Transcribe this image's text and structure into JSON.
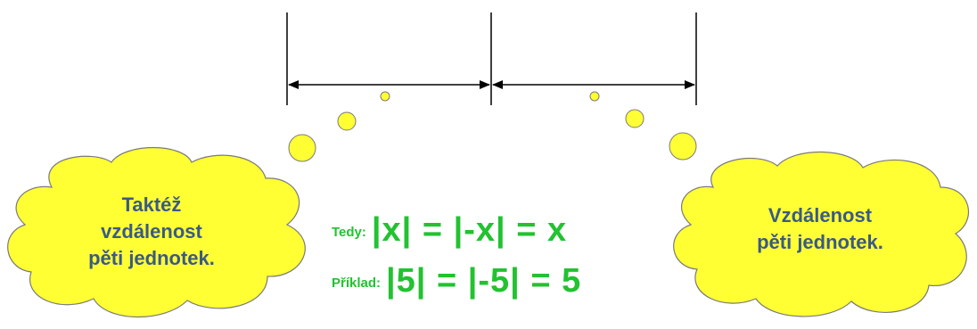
{
  "clouds": {
    "left_lines": [
      "Taktéž",
      "vzdálenost",
      "pěti jednotek."
    ],
    "right_lines": [
      "Vzdálenost",
      "pěti jednotek."
    ],
    "fill_color": "#ffff33",
    "outline_color": "#7a7a7a",
    "text_color": "#3a5a86"
  },
  "formula": {
    "tedy_label": "Tedy:",
    "tedy_expr": "|x| = |-x| = x",
    "priklad_label": "Příklad:",
    "priklad_expr": "|5| = |-5| = 5",
    "color": "#22c230"
  }
}
